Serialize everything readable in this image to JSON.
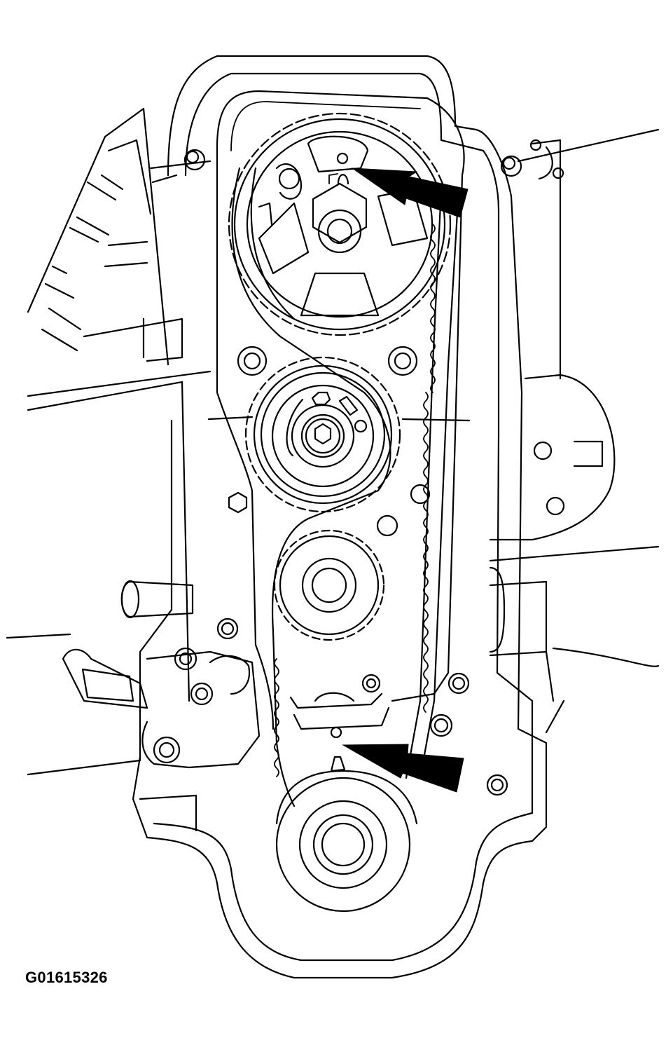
{
  "figure": {
    "id_label": "G01615326",
    "subject": "Engine timing belt front view with timing alignment marks",
    "background": "#ffffff",
    "line_color": "#000000"
  },
  "components": [
    {
      "name": "camshaft-sprocket",
      "position": "top"
    },
    {
      "name": "belt-tensioner-pulley",
      "position": "middle"
    },
    {
      "name": "idler-sprocket",
      "position": "lower-middle"
    },
    {
      "name": "crankshaft-pulley",
      "position": "bottom"
    },
    {
      "name": "timing-belt",
      "position": "around sprockets"
    }
  ],
  "callouts": [
    {
      "name": "camshaft-timing-mark-arrow",
      "points_to": "camshaft sprocket timing mark"
    },
    {
      "name": "crankshaft-timing-mark-arrow",
      "points_to": "crankshaft timing mark"
    }
  ]
}
